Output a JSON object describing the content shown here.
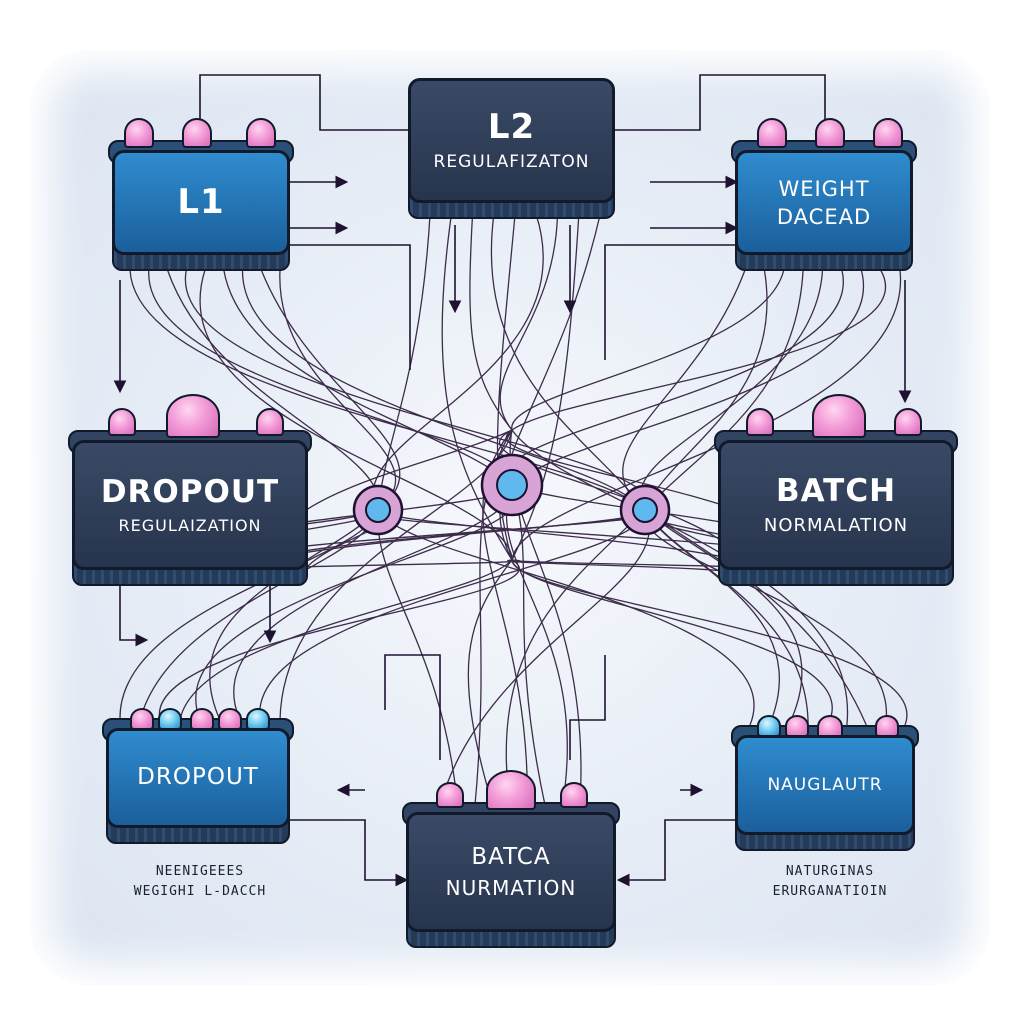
{
  "nodes": {
    "l1": {
      "title": "L1"
    },
    "l2": {
      "title": "L2",
      "subtitle": "REGULAFIZATON"
    },
    "weight_decay": {
      "line1": "WEIGHT",
      "line2": "DACEAD"
    },
    "dropout_reg": {
      "title": "DROPOUT",
      "subtitle": "REGULAIZATION"
    },
    "batch_norm": {
      "title": "BATCH",
      "subtitle": "NORMALATION"
    },
    "dropout": {
      "title": "DROPOUT"
    },
    "batca": {
      "title": "BATCA",
      "subtitle": "NURMATION"
    },
    "nauglautr": {
      "title": "NAUGLAUTR"
    }
  },
  "captions": {
    "left": {
      "line1": "NEENIGEEES",
      "line2": "WEGIGHI L-DACCH"
    },
    "right": {
      "line1": "NATURGINAS",
      "line2": "ERURGANATIOIN"
    }
  },
  "colors": {
    "dark_block": "#27344d",
    "blue_block": "#1b5f9c",
    "knob_pink": "#f39bd7",
    "knob_cyan": "#6ccaf1",
    "wire": "#1e1230"
  }
}
